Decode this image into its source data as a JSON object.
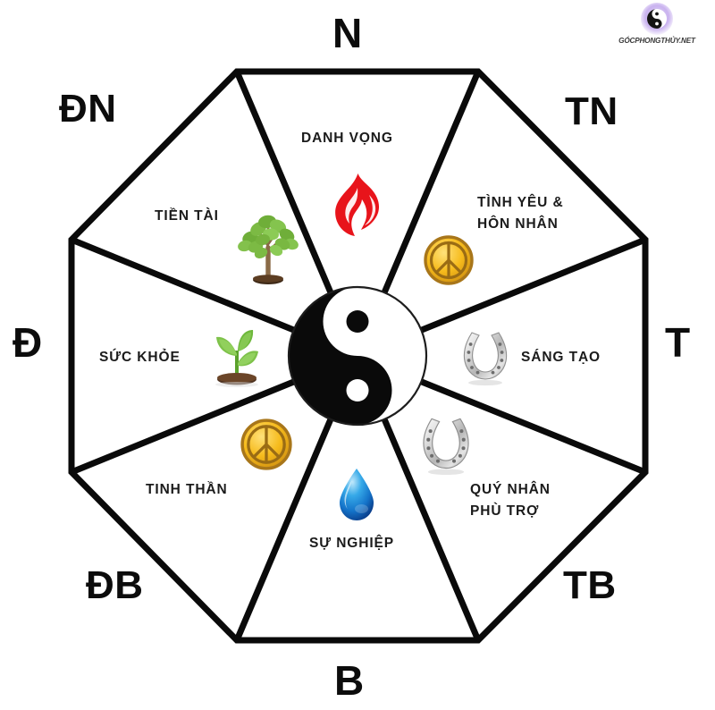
{
  "title": "Bát Quái Đồ - Bagua Feng Shui Map",
  "colors": {
    "line": "#0a0a0a",
    "background": "#ffffff",
    "fire": "#e8141b",
    "water": "#1b8fe0",
    "coin": "#f2b313",
    "coin_edge": "#a8761a",
    "tree_leaf": "#7cb63f",
    "tree_trunk": "#8a6a46",
    "sprout": "#79c141",
    "horseshoe": "#c9c9c9",
    "yin": "#0a0a0a",
    "yang": "#ffffff",
    "watermark": "#b7a3e0"
  },
  "directions": [
    {
      "key": "N",
      "label": "N",
      "name": "north-label"
    },
    {
      "key": "TN",
      "label": "TN",
      "name": "southwest-label"
    },
    {
      "key": "T",
      "label": "T",
      "name": "west-label"
    },
    {
      "key": "TB",
      "label": "TB",
      "name": "northwest-label"
    },
    {
      "key": "B",
      "label": "B",
      "name": "south-label"
    },
    {
      "key": "DB",
      "label": "ĐB",
      "name": "southeast-label"
    },
    {
      "key": "D",
      "label": "Đ",
      "name": "east-label"
    },
    {
      "key": "DN",
      "label": "ĐN",
      "name": "northeast-label"
    }
  ],
  "sectors": [
    {
      "id": "danh-vong",
      "label": "DANH VỌNG",
      "lines": [
        "DANH VỌNG"
      ],
      "icon": "fire-icon",
      "direction": "N"
    },
    {
      "id": "tinh-yeu-hon-nhan",
      "label": "TÌNH YÊU & HÔN NHÂN",
      "lines": [
        "TÌNH YÊU &",
        "HÔN NHÂN"
      ],
      "icon": "coin-peace-icon",
      "direction": "TN"
    },
    {
      "id": "sang-tao",
      "label": "SÁNG TẠO",
      "lines": [
        "SÁNG TẠO"
      ],
      "icon": "horseshoe-icon",
      "direction": "T"
    },
    {
      "id": "quy-nhan-phu-tro",
      "label": "QUÝ NHÂN PHÙ TRỢ",
      "lines": [
        "QUÝ NHÂN",
        "PHÙ TRỢ"
      ],
      "icon": "horseshoe-icon",
      "direction": "TB"
    },
    {
      "id": "su-nghiep",
      "label": "SỰ NGHIỆP",
      "lines": [
        "SỰ NGHIỆP"
      ],
      "icon": "water-drop-icon",
      "direction": "B"
    },
    {
      "id": "tinh-than",
      "label": "TINH THẦN",
      "lines": [
        "TINH THẦN"
      ],
      "icon": "coin-peace-icon",
      "direction": "ĐB"
    },
    {
      "id": "suc-khoe",
      "label": "SỨC KHỎE",
      "lines": [
        "SỨC KHỎE"
      ],
      "icon": "sprout-icon",
      "direction": "Đ"
    },
    {
      "id": "tien-tai",
      "label": "TIỀN TÀI",
      "lines": [
        "TIỀN TÀI"
      ],
      "icon": "tree-icon",
      "direction": "ĐN"
    }
  ],
  "center": {
    "symbol": "yin-yang-icon",
    "name": "Thái Cực"
  },
  "watermark": {
    "text": "GÓCPHONGTHỦY.NET",
    "badge": "yin-yang-icon"
  }
}
